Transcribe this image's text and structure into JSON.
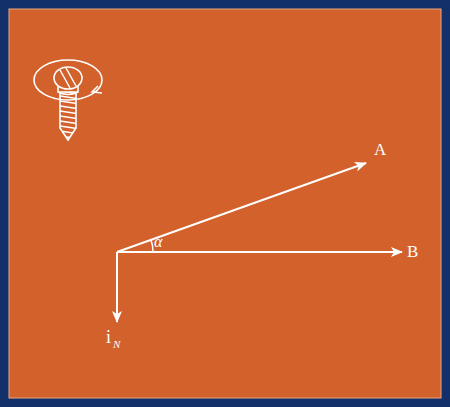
{
  "diagram": {
    "labels": [
      "A",
      "B",
      "α",
      "i",
      "N"
    ]
  }
}
